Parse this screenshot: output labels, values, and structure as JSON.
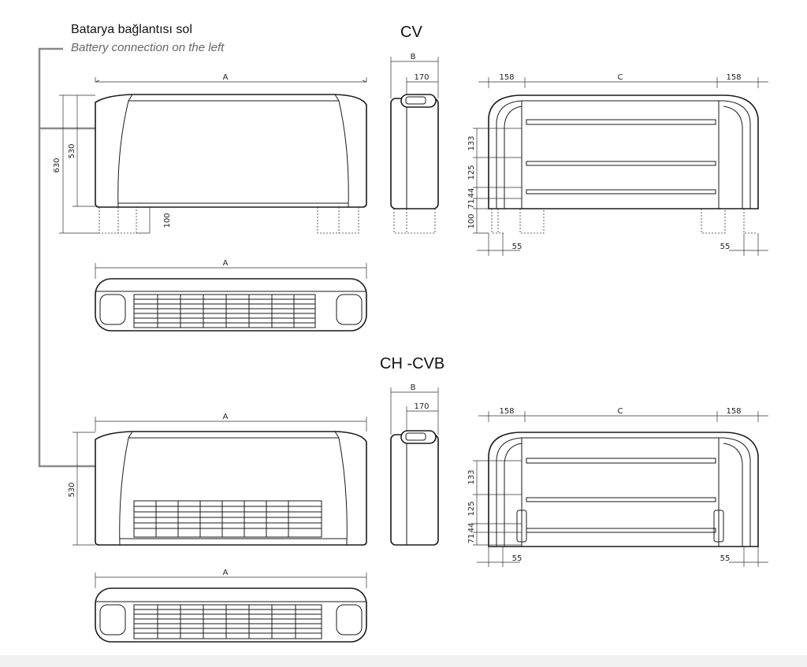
{
  "heading": {
    "tr": "Batarya bağlantısı sol",
    "en": "Battery connection on the left"
  },
  "models": {
    "cv": "CV",
    "ch_cvb": "CH -CVB"
  },
  "dims": {
    "A": "A",
    "B": "B",
    "C": "C",
    "h630": "630",
    "h530": "530",
    "leg100": "100",
    "depth170": "170",
    "side158": "158",
    "v133": "133",
    "v125": "125",
    "v44": "44",
    "v71": "71",
    "v100": "100",
    "foot55": "55"
  },
  "colors": {
    "line": "#1a1a1a",
    "connector": "#8a8a8a"
  }
}
